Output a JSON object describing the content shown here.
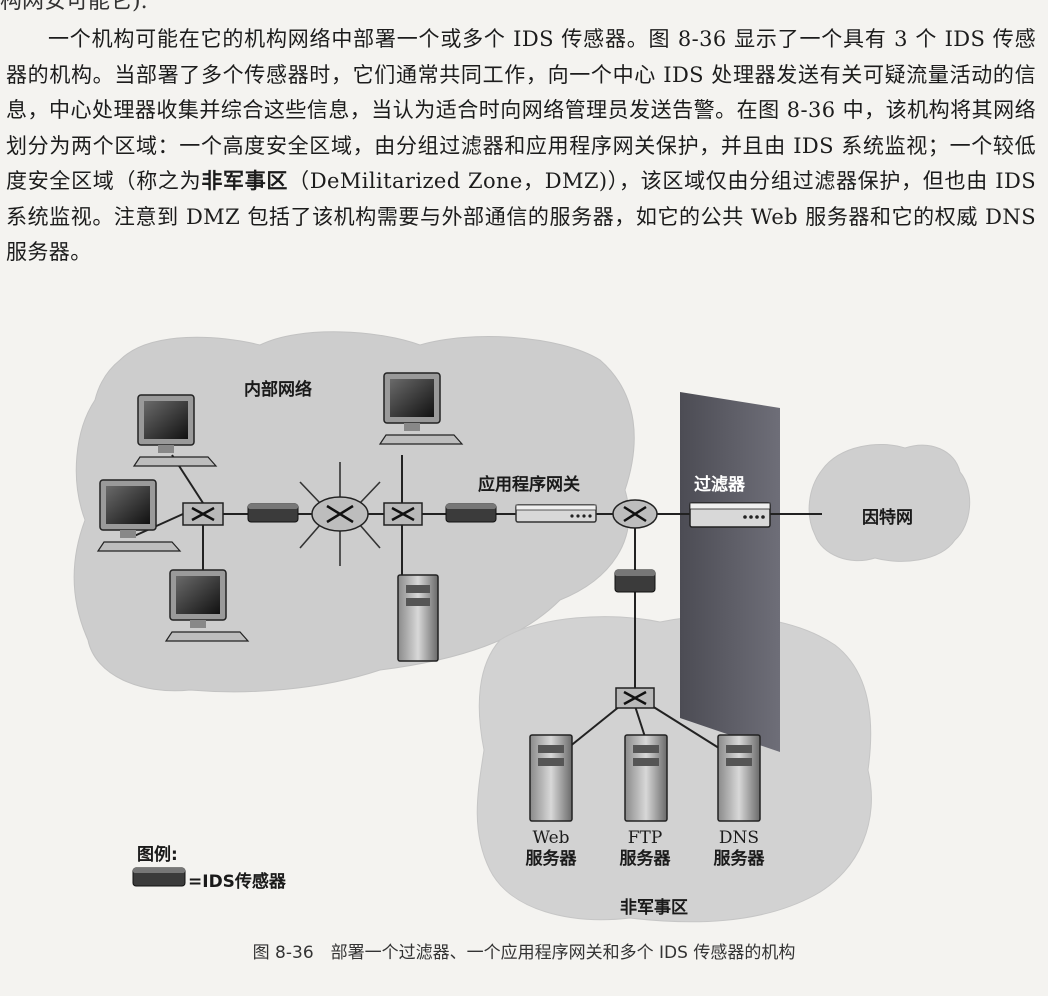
{
  "top_cut_text": "构网安可能它).",
  "paragraph": {
    "part1": "一个机构可能在它的机构网络中部署一个或多个 IDS 传感器。图 8-36 显示了一个具有 3 个 IDS 传感器的机构。当部署了多个传感器时，它们通常共同工作，向一个中心 IDS 处理器发送有关可疑流量活动的信息，中心处理器收集并综合这些信息，当认为适合时向网络管理员发送告警。在图 8-36 中，该机构将其网络划分为两个区域：一个高度安全区域，由分组过滤器和应用程序网关保护，并且由 IDS 系统监视；一个较低度安全区域（称之为",
    "bold": "非军事区",
    "part2": "（DeMilitarized Zone，DMZ)），该区域仅由分组过滤器保护，但也由 IDS 系统监视。注意到 DMZ 包括了该机构需要与外部通信的服务器，如它的公共 Web 服务器和它的权威 DNS 服务器。"
  },
  "diagram": {
    "internal_network": "内部网络",
    "app_gateway": "应用程序网关",
    "filter": "过滤器",
    "internet": "因特网",
    "dmz": "非军事区",
    "servers": [
      {
        "line1": "Web",
        "line2": "服务器"
      },
      {
        "line1": "FTP",
        "line2": "服务器"
      },
      {
        "line1": "DNS",
        "line2": "服务器"
      }
    ],
    "legend_title": "图例:",
    "legend_ids": "=IDS传感器"
  },
  "caption": "图 8-36　部署一个过滤器、一个应用程序网关和多个 IDS 传感器的机构",
  "colors": {
    "cloud": "#cfcfcf",
    "firewall": "#5e5e66",
    "device": "#3a3a3a",
    "background": "#f4f3f0"
  }
}
